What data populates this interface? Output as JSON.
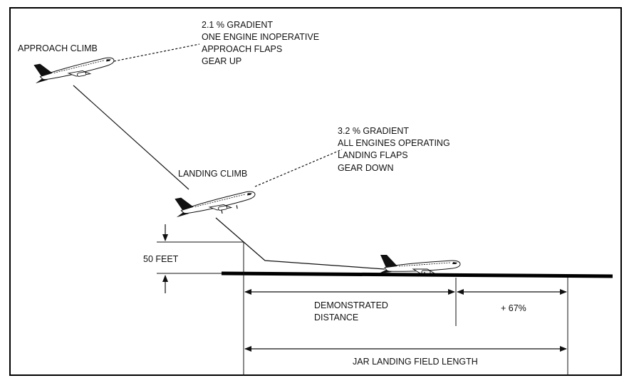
{
  "labels": {
    "approach_climb": "APPROACH CLIMB",
    "landing_climb": "LANDING CLIMB",
    "fifty_feet": "50 FEET",
    "demonstrated_distance_line1": "DEMONSTRATED",
    "demonstrated_distance_line2": "DISTANCE",
    "plus_percent": "+ 67%",
    "jar_field_length": "JAR LANDING FIELD LENGTH"
  },
  "approach_note": [
    "2.1 % GRADIENT",
    "ONE ENGINE INOPERATIVE",
    "APPROACH FLAPS",
    "GEAR UP"
  ],
  "landing_note": [
    "3.2 % GRADIENT",
    "ALL ENGINES OPERATING",
    "LANDING FLAPS",
    "GEAR DOWN"
  ],
  "colors": {
    "ink": "#111111",
    "runway": "#000000",
    "background": "#ffffff"
  }
}
